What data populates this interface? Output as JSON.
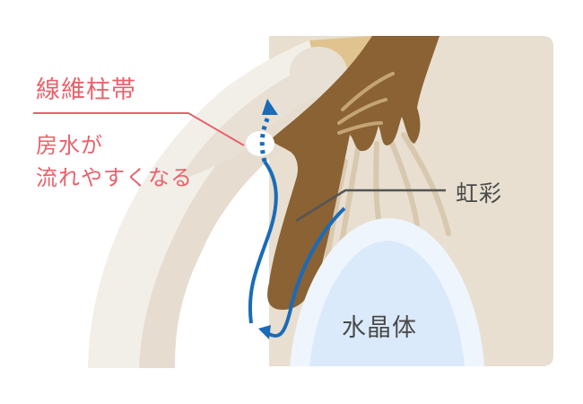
{
  "diagram": {
    "type": "eye-anatomy-illustration",
    "labels": {
      "zonule": "線維柱帯",
      "aqueous_flow_line1": "房水が",
      "aqueous_flow_line2": "流れやすくなる",
      "iris": "虹彩",
      "lens": "水晶体"
    },
    "colors": {
      "panel_bg": "#e8dfd0",
      "cornea": "#f2efe8",
      "sclera": "#e5ddd0",
      "iris": "#8a6234",
      "iris_top": "#e0c38e",
      "iris_stripes": "#c4a474",
      "zonule_fibers": "#d8c8ae",
      "lens_outer": "#eef5fd",
      "lens_inner": "#dbeafa",
      "flow_arrow": "#1a6bb8",
      "pink_label": "#e8626b",
      "gray_label": "#4a4a4a",
      "leader_line": "#555555"
    },
    "icons": {
      "flow_arrow_up": "dotted-up-arrow",
      "flow_arrow_loop": "loop-arrow"
    }
  }
}
